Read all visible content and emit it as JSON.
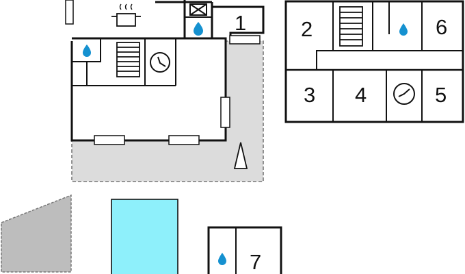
{
  "colors": {
    "wall": "#111111",
    "terrace": "#dcdcdc",
    "terrace_border": "#777777",
    "shed": "#bdbdbd",
    "pool": "#8ef0fb",
    "water": "#1591d0"
  },
  "rooms": [
    {
      "id": "room-1",
      "label": "1"
    },
    {
      "id": "room-2",
      "label": "2"
    },
    {
      "id": "room-3",
      "label": "3"
    },
    {
      "id": "room-4",
      "label": "4"
    },
    {
      "id": "room-5",
      "label": "5"
    },
    {
      "id": "room-6",
      "label": "6"
    },
    {
      "id": "room-7",
      "label": "7"
    }
  ],
  "icons": [
    "water-drop-icon",
    "stairs-icon",
    "clock-icon",
    "cooking-pot-icon",
    "storage-crossed-box-icon",
    "north-arrow-icon"
  ]
}
